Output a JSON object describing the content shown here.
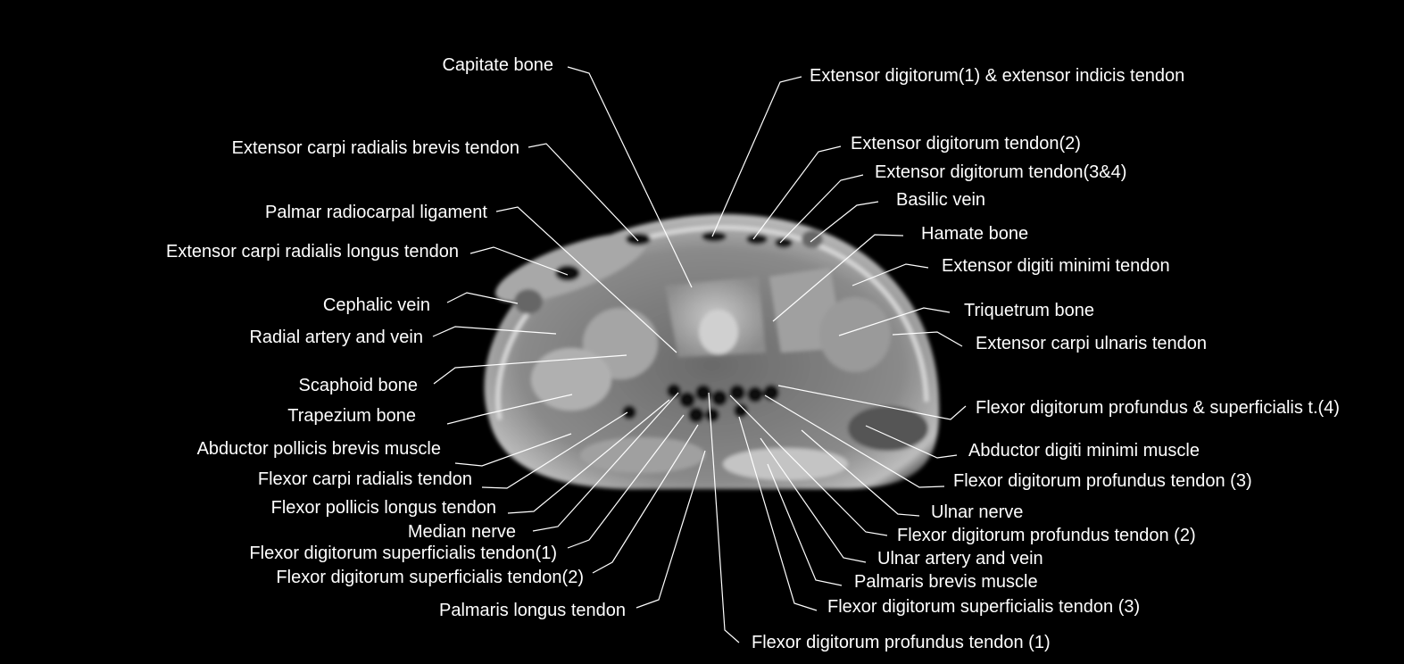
{
  "left_labels": [
    "Capitate bone",
    "Extensor carpi radialis brevis tendon",
    "Palmar radiocarpal ligament",
    "Extensor carpi radialis longus tendon",
    "Cephalic vein",
    "Radial artery and vein",
    "Scaphoid bone",
    "Trapezium bone",
    "Abductor pollicis brevis muscle",
    "Flexor carpi radialis tendon",
    "Flexor pollicis longus tendon",
    "Median nerve",
    "Flexor digitorum superficialis tendon(1)",
    "Flexor digitorum superficialis tendon(2)",
    "Palmaris longus tendon"
  ],
  "right_labels": [
    "Extensor digitorum(1) & extensor indicis tendon",
    "Extensor digitorum tendon(2)",
    "Extensor digitorum tendon(3&4)",
    "Basilic vein",
    "Hamate bone",
    "Extensor digiti minimi tendon",
    "Triquetrum bone",
    "Extensor carpi ulnaris tendon",
    "Flexor digitorum profundus & superficialis t.(4)",
    "Abductor digiti minimi muscle",
    "Flexor digitorum profundus tendon (3)",
    "Ulnar nerve",
    "Flexor digitorum profundus tendon (2)",
    "Ulnar artery and vein",
    "Palmaris brevis muscle",
    "Flexor digitorum superficialis tendon (3)",
    "Flexor digitorum profundus tendon (1)"
  ],
  "colors": {
    "background": "#000000",
    "label": "#ffffff",
    "leader_line": "#ffffff"
  }
}
